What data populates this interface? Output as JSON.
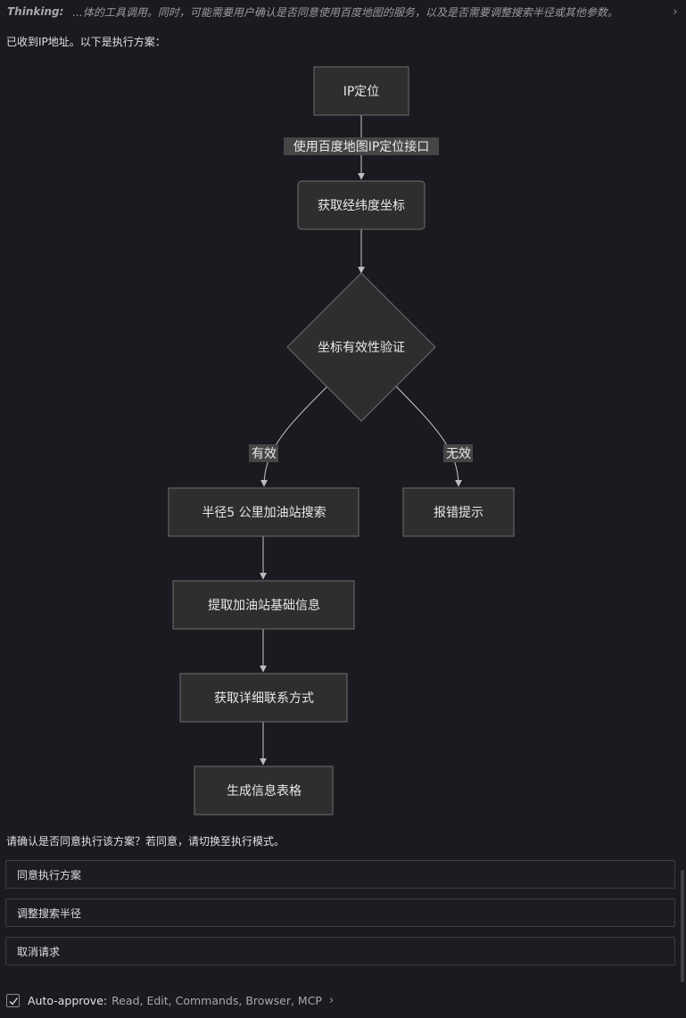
{
  "thinking": {
    "label": "Thinking:",
    "text": "...体的工具调用。同时，可能需要用户确认是否同意使用百度地图的服务，以及是否需要调整搜索半径或其他参数。",
    "expand_icon": "chevron-right-icon"
  },
  "message": {
    "received": "已收到IP地址。以下是执行方案："
  },
  "flowchart": {
    "nodes": {
      "ip": "IP定位",
      "coords": "获取经纬度坐标",
      "validate": "坐标有效性验证",
      "search": "半径5 公里加油站搜索",
      "error": "报错提示",
      "basic": "提取加油站基础信息",
      "contact": "获取详细联系方式",
      "table": "生成信息表格"
    },
    "edges": {
      "ip_coords": "使用百度地图IP定位接口",
      "valid": "有效",
      "invalid": "无效"
    }
  },
  "confirm": {
    "question": "请确认是否同意执行该方案？若同意，请切换至执行模式。"
  },
  "options": [
    "同意执行方案",
    "调整搜索半径",
    "取消请求"
  ],
  "auto_approve": {
    "checked": true,
    "label": "Auto-approve:",
    "value": "Read, Edit, Commands, Browser, MCP",
    "expand_icon": "chevron-right-icon"
  },
  "colors": {
    "background": "#1a1b20",
    "node_fill": "#2e2e2e",
    "node_stroke": "#6e6e6e",
    "edge_label_bg": "#464646"
  }
}
